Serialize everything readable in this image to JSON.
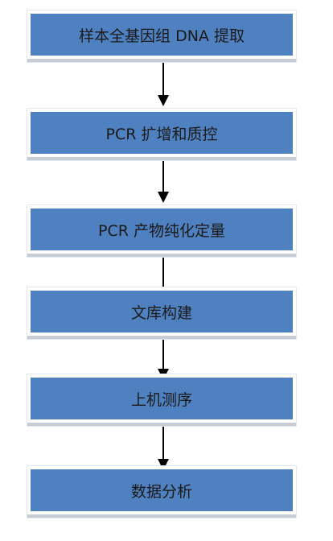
{
  "diagram": {
    "steps": [
      {
        "label": "样本全基因组 DNA 提取"
      },
      {
        "label": "PCR 扩增和质控"
      },
      {
        "label": "PCR 产物纯化定量"
      },
      {
        "label": "文库构建"
      },
      {
        "label": "上机测序"
      },
      {
        "label": "数据分析"
      }
    ],
    "colors": {
      "box_fill": "#4f80bf",
      "box_text": "#1a1a1a",
      "arrow": "#000000",
      "shadow": "#c8cdd3"
    }
  }
}
